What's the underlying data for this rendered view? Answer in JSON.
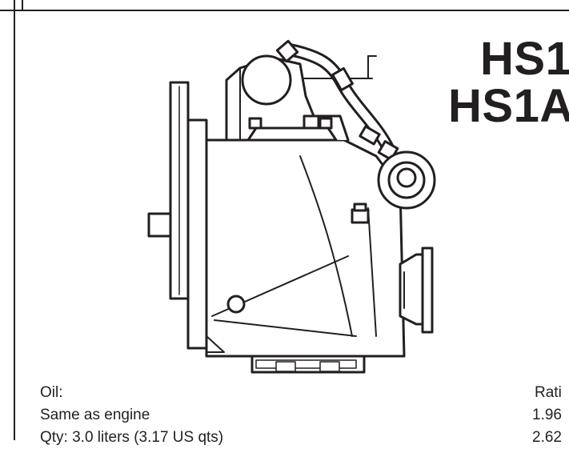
{
  "title": {
    "line1": "HS1",
    "line2": "HS1A"
  },
  "oil": {
    "label": "Oil:",
    "type": "Same as engine",
    "quantity": "Qty: 3.0 liters (3.17 US qts)"
  },
  "ratios": {
    "heading": "Rati",
    "values": [
      "1.96",
      "2.62"
    ]
  },
  "icons": {
    "drawing": "transmission-gearbox-line-drawing"
  }
}
